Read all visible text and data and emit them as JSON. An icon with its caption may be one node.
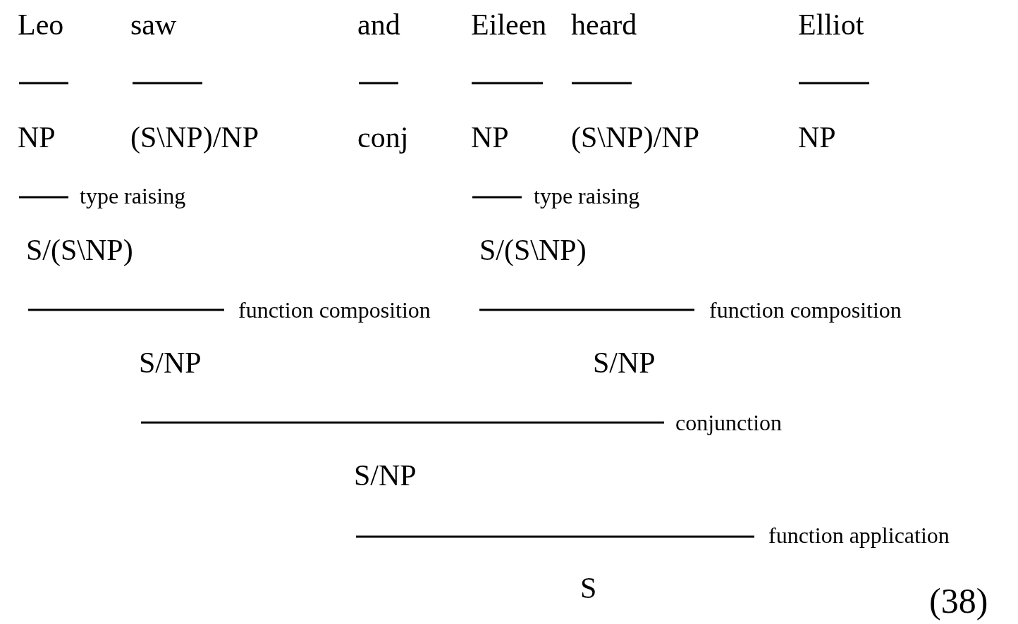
{
  "diagram": {
    "labels": [
      "Leo",
      "saw",
      "and",
      "Eileen",
      "heard",
      "Elliot",
      "NP",
      "(S\\NP)/NP",
      "conj",
      "NP",
      "(S\\NP)/NP",
      "NP",
      "type raising",
      "type raising",
      "S/(S\\NP)",
      "S/(S\\NP)",
      "function composition",
      "function composition",
      "S/NP",
      "S/NP",
      "conjunction",
      "S/NP",
      "function application",
      "S",
      "(38)"
    ]
  }
}
